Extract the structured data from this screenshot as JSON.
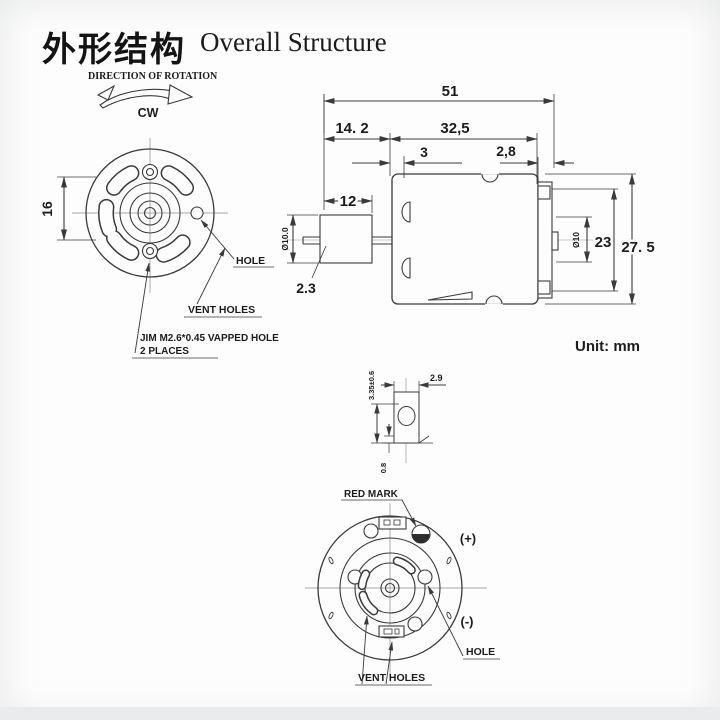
{
  "title": {
    "zh": "外形结构",
    "en": "Overall Structure"
  },
  "direction_of_rotation": {
    "label": "DIRECTION OF ROTATION",
    "value": "CW"
  },
  "unit": "Unit: mm",
  "front_view": {
    "height_dim": "16",
    "hole": "HOLE",
    "vent_holes": "VENT HOLES",
    "tapped_hole_line1": "JIM M2.6*0.45 VAPPED HOLE",
    "tapped_hole_line2": "2 PLACES"
  },
  "side_view": {
    "total_length": "51",
    "front_section": "14. 2",
    "body_length": "32,5",
    "boss_depth": "3",
    "cap_depth": "2,8",
    "shaft_gear_length": "12",
    "shaft_tip_dia": "2.3",
    "gear_dia": "Ø10.0",
    "cap_boss_dia": "Ø10",
    "terminal_span": "23",
    "body_dia": "27. 5"
  },
  "terminal_detail": {
    "width": "2.9",
    "height": "3.35±0.6",
    "thickness": "0.8"
  },
  "rear_view": {
    "red_mark": "RED MARK",
    "positive_terminal": "(+)",
    "negative_terminal": "(-)",
    "hole": "HOLE",
    "vent_holes": "VENT HOLES"
  },
  "colors": {
    "line": "#3a3a3a",
    "text": "#1c1c1c",
    "background": "#fdfdfd",
    "photo_edge": "#e9ebec"
  }
}
